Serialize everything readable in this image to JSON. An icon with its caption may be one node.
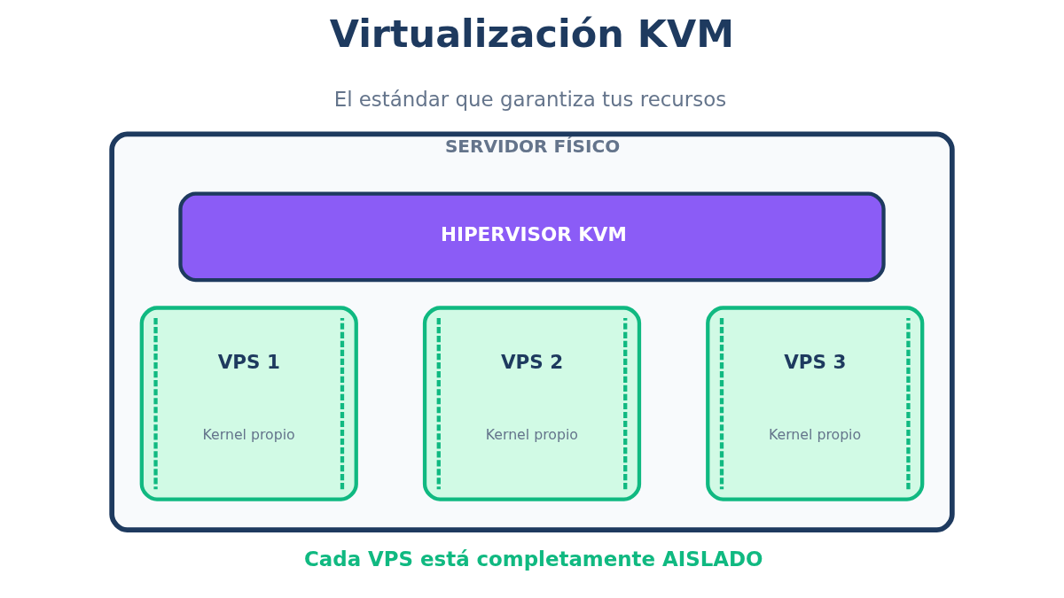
{
  "diagram": {
    "title": "Virtualización KVM",
    "caption": "Cada VPS está completamente AISLADO",
    "nodes": [
      {
        "text": [
          "SERVIDOR FÍSICO"
        ]
      },
      {
        "text": [
          "HIPERVISOR KVM"
        ],
        "in": 0
      },
      {
        "text": [
          "VPS 1",
          "Kernel propio"
        ],
        "in": 0
      },
      {
        "text": [
          "VPS 2",
          "Kernel propio"
        ],
        "in": 0
      },
      {
        "text": [
          "VPS 3",
          "Kernel propio"
        ],
        "in": 0
      }
    ],
    "labels": [
      "El estándar que garantiza tus recursos"
    ]
  }
}
